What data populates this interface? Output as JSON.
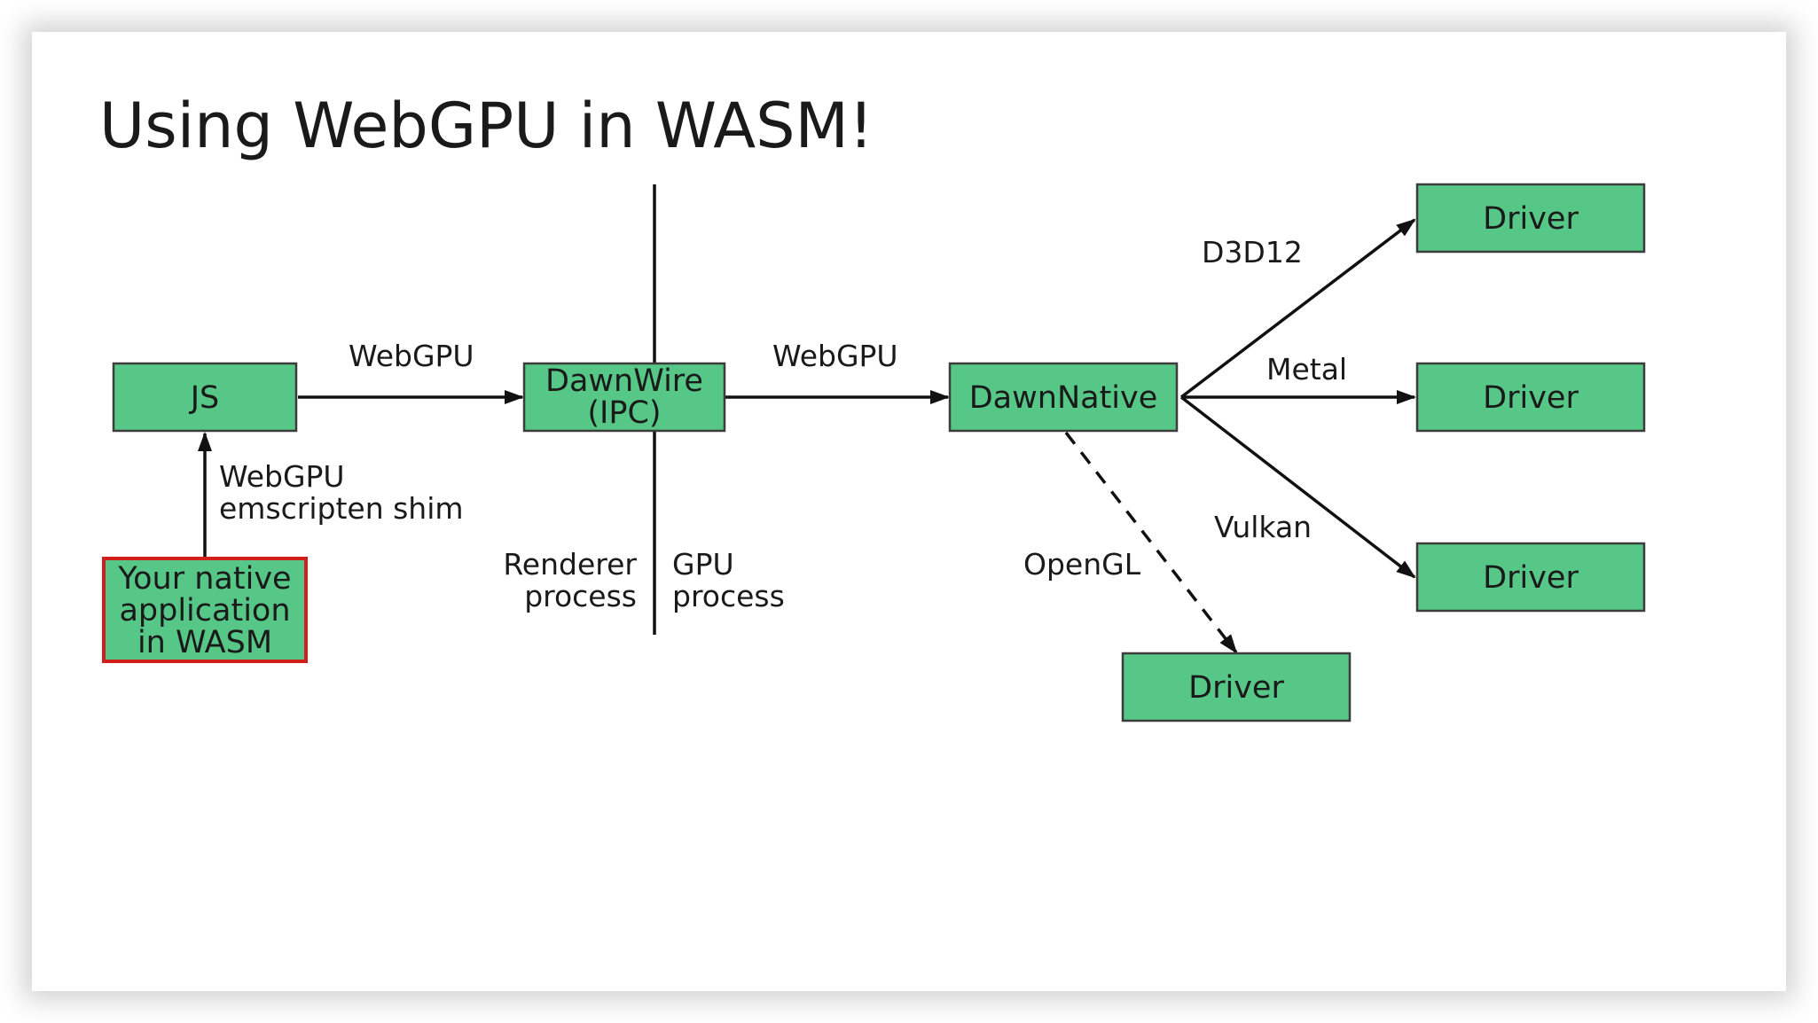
{
  "title": "Using WebGPU in WASM!",
  "nodes": {
    "js": "JS",
    "dawnwire": [
      "DawnWire",
      "(IPC)"
    ],
    "dawnnative": "DawnNative",
    "native_app": [
      "Your native",
      "application",
      "in WASM"
    ],
    "driver_d3d12": "Driver",
    "driver_metal": "Driver",
    "driver_vulkan": "Driver",
    "driver_opengl": "Driver"
  },
  "edges": {
    "js_to_dawnwire": "WebGPU",
    "dawnwire_to_dawnnative": "WebGPU",
    "app_to_js": [
      "WebGPU",
      "emscripten shim"
    ],
    "d3d12": "D3D12",
    "metal": "Metal",
    "vulkan": "Vulkan",
    "opengl": "OpenGL"
  },
  "process_labels": {
    "renderer": [
      "Renderer",
      "process"
    ],
    "gpu": [
      "GPU",
      "process"
    ]
  },
  "colors": {
    "node_fill": "#57c787",
    "node_border": "#3c3c3c",
    "highlight_border": "#d31e1e",
    "line": "#111111"
  }
}
